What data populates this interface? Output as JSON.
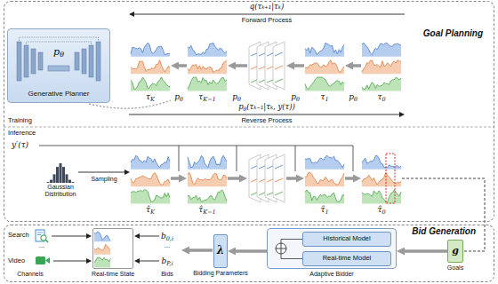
{
  "diagram": {
    "nodes": [
      {
        "text": [
          "Goal Planning"
        ]
      },
      {
        "text": [
          "pθ",
          "Generative Planner"
        ],
        "in": 0
      },
      {
        "text": [
          "τK"
        ],
        "in": 0
      },
      {
        "text": [
          "τK−1"
        ],
        "in": 0
      },
      {
        "text": [
          "τ1"
        ],
        "in": 0
      },
      {
        "text": [
          "τ0"
        ],
        "in": 0
      },
      {
        "text": [
          "Gaussian Distribution"
        ],
        "in": 0
      },
      {
        "text": [
          "τ̂K"
        ],
        "in": 0
      },
      {
        "text": [
          "τ̂K−1"
        ],
        "in": 0
      },
      {
        "text": [
          "τ̂1"
        ],
        "in": 0
      },
      {
        "text": [
          "τ̂0"
        ],
        "in": 0
      },
      {
        "text": [
          "Bid Generation"
        ]
      },
      {
        "text": [
          "Real-time State"
        ],
        "in": 11
      },
      {
        "text": [
          "λ",
          "Bidding Parameters"
        ],
        "in": 11
      },
      {
        "text": [
          "Adaptive Bidder"
        ],
        "in": 11
      },
      {
        "text": [
          "Historical Model"
        ],
        "in": 14
      },
      {
        "text": [
          "Real-time Model"
        ],
        "in": 14
      },
      {
        "text": [
          "g",
          "Goals"
        ],
        "in": 11
      }
    ],
    "edges": [
      {
        "from": 3,
        "to": 2,
        "arrow": "to",
        "label": "pθ"
      },
      {
        "from": 5,
        "to": 4,
        "arrow": "to",
        "label": "pθ"
      },
      {
        "from": 6,
        "to": 7,
        "arrow": "to",
        "label": "Sampling"
      },
      {
        "from": 7,
        "to": 8,
        "arrow": "to"
      },
      {
        "from": 9,
        "to": 10,
        "arrow": "to"
      },
      {
        "from": 10,
        "to": 17,
        "arrow": "none"
      },
      {
        "from": 17,
        "to": 14,
        "arrow": "to"
      },
      {
        "from": 14,
        "to": 13,
        "arrow": "to"
      }
    ],
    "labels": [
      "q(τₖ₊₁|τₖ)",
      "Forward Process",
      "pθ",
      "pθ",
      "pθ(τₖ₋₁|τₖ, y(τ))",
      "Reverse Process",
      "Training",
      "Inference",
      "y′(τ)",
      "Search",
      "...",
      "Video",
      "Channels",
      "b0,i",
      "...",
      "bP,i",
      "Bids"
    ]
  }
}
